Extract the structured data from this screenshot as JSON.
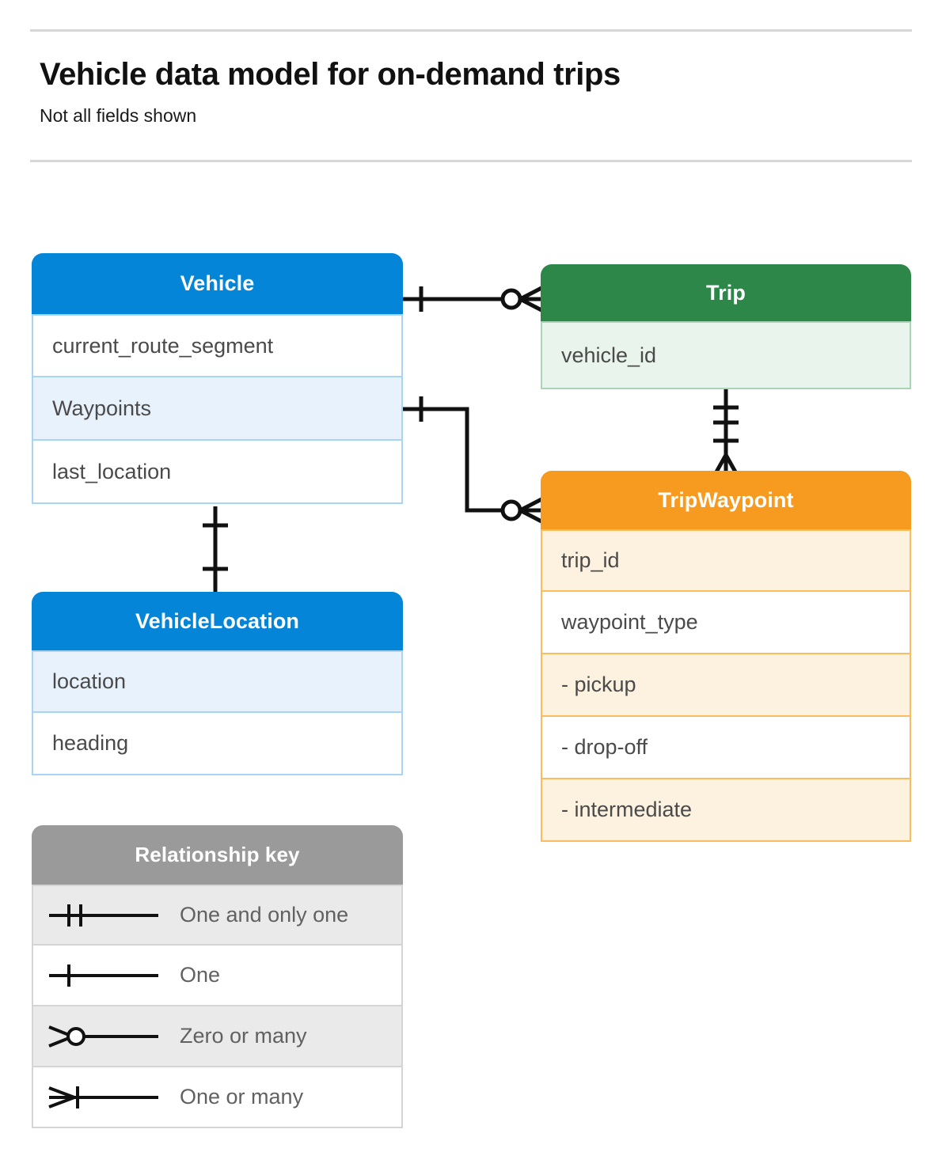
{
  "header": {
    "title": "Vehicle data model for on-demand trips",
    "subtitle": "Not all fields shown"
  },
  "colors": {
    "blue": "#0585d7",
    "blue_row_highlight": "#e8f2fc",
    "blue_border": "#a8d4f5",
    "green": "#2c8748",
    "green_row_highlight": "#e9f4ec",
    "green_border": "#a9d5b6",
    "orange": "#f79a20",
    "orange_row_highlight": "#fdf2e0",
    "orange_border": "#f9bd5e",
    "grey": "#9a9a9a",
    "grey_row_highlight": "#eaeaea",
    "grey_border": "#d4d4d4",
    "connector": "#111111",
    "rule": "#d6d6d6",
    "field_text": "#4a4a4a"
  },
  "entities": [
    {
      "id": "vehicle",
      "name": "Vehicle",
      "theme": "blue",
      "fields": [
        {
          "label": "current_route_segment",
          "highlight": false
        },
        {
          "label": "Waypoints",
          "highlight": true
        },
        {
          "label": "last_location",
          "highlight": false
        }
      ]
    },
    {
      "id": "vehiclelocation",
      "name": "VehicleLocation",
      "theme": "blue",
      "fields": [
        {
          "label": "location",
          "highlight": true
        },
        {
          "label": "heading",
          "highlight": false
        }
      ]
    },
    {
      "id": "trip",
      "name": "Trip",
      "theme": "green",
      "fields": [
        {
          "label": "vehicle_id",
          "highlight": true
        }
      ]
    },
    {
      "id": "tripwaypoint",
      "name": "TripWaypoint",
      "theme": "orange",
      "fields": [
        {
          "label": "trip_id",
          "highlight": true
        },
        {
          "label": "waypoint_type",
          "highlight": false
        },
        {
          "label": "  -  pickup",
          "highlight": true
        },
        {
          "label": "  -  drop-off",
          "highlight": false
        },
        {
          "label": "  -  intermediate",
          "highlight": true
        }
      ]
    }
  ],
  "legend": {
    "title": "Relationship key",
    "rows": [
      {
        "symbol": "one-and-only-one",
        "label": "One and only one",
        "highlight": true
      },
      {
        "symbol": "one",
        "label": "One",
        "highlight": false
      },
      {
        "symbol": "zero-or-many",
        "label": "Zero or many",
        "highlight": true
      },
      {
        "symbol": "one-or-many",
        "label": "One or many",
        "highlight": false
      }
    ]
  },
  "relationships": [
    {
      "from": "Vehicle",
      "from_cardinality": "one",
      "to": "Trip",
      "to_cardinality": "zero-or-many"
    },
    {
      "from": "Vehicle.Waypoints",
      "from_cardinality": "one",
      "to": "TripWaypoint",
      "to_cardinality": "zero-or-many"
    },
    {
      "from": "Trip",
      "from_cardinality": "one-and-only-one",
      "to": "TripWaypoint",
      "to_cardinality": "one-or-many"
    },
    {
      "from": "Vehicle",
      "from_cardinality": "one",
      "to": "VehicleLocation",
      "to_cardinality": "one"
    }
  ]
}
